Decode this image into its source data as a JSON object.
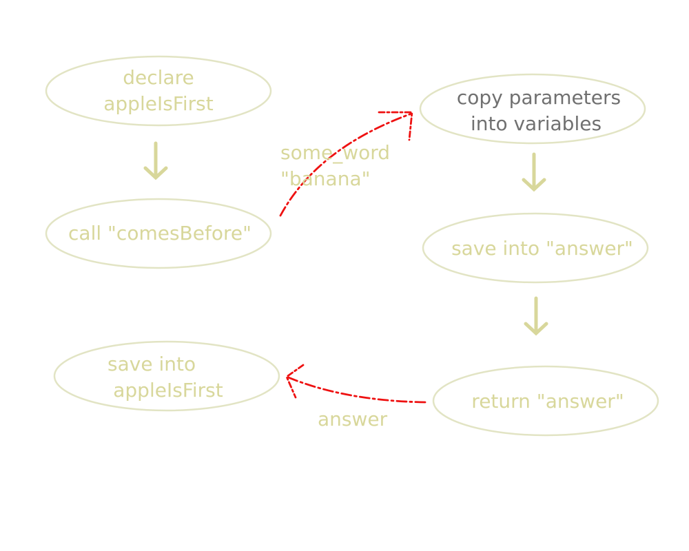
{
  "colors": {
    "node_stroke": "#e2e4c4",
    "node_text": "#d8d79b",
    "node_text_active": "#707070",
    "flow_arrow": "#d8d79b",
    "call_arrow": "#ee1111"
  },
  "nodes": {
    "declare": {
      "line1": "declare",
      "line2": "appleIsFirst"
    },
    "call": {
      "line1": "call \"comesBefore\""
    },
    "save_apple": {
      "line1": "save into",
      "line2": "appleIsFirst"
    },
    "copy_params": {
      "line1": "copy parameters",
      "line2": "into variables"
    },
    "save_answer": {
      "line1": "save into \"answer\""
    },
    "return_answer": {
      "line1": "return \"answer\""
    }
  },
  "edges": {
    "call_to_copy": {
      "line1": "some_word",
      "line2": "\"banana\""
    },
    "return_to_save": {
      "line1": "answer"
    }
  }
}
